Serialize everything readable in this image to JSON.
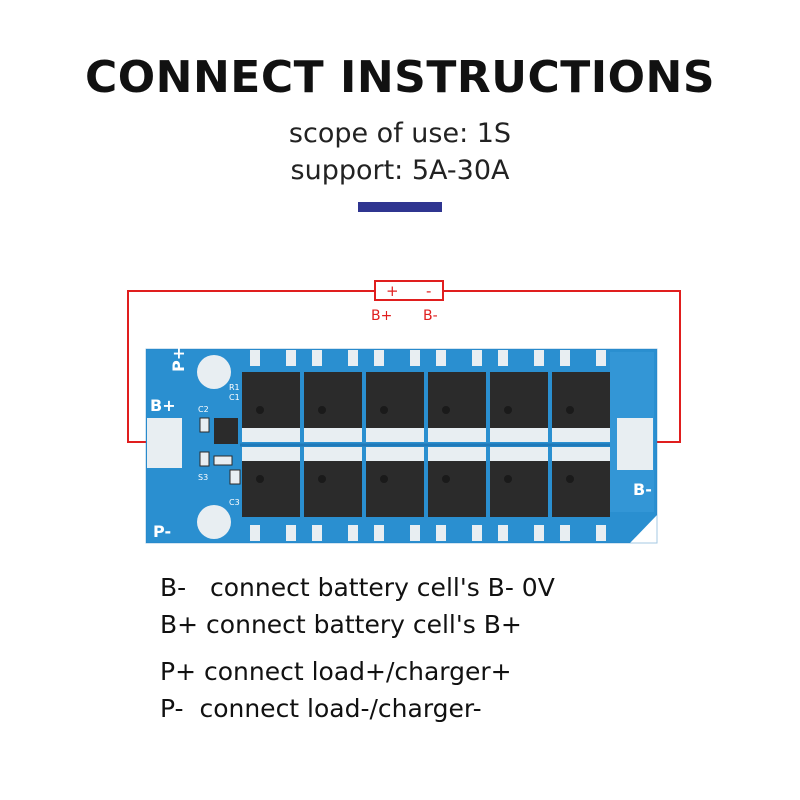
{
  "header": {
    "title": "CONNECT INSTRUCTIONS",
    "scope": "scope of use: 1S",
    "support": "support: 5A-30A"
  },
  "board": {
    "terminal_plus": "+",
    "terminal_minus": "-",
    "wire_label_bplus": "B+",
    "wire_label_bminus": "B-",
    "pad_pplus": "P+",
    "pad_bplus": "B+",
    "pad_pminus": "P-",
    "pad_bminus": "B-",
    "chip_labels": [
      "R1",
      "C1",
      "C2",
      "S3",
      "C3"
    ],
    "colors": {
      "board": "#2a8fd0",
      "board_dark": "#1f78b8",
      "wire": "#e01e1e",
      "accent": "#2f3590",
      "pad": "#e8eef2",
      "mosfet": "#2b2b2b"
    }
  },
  "instructions": [
    {
      "term": "B-",
      "text": "   connect battery cell's B- 0V"
    },
    {
      "term": "B+",
      "text": " connect battery cell's B+"
    },
    {
      "term": "P+",
      "text": " connect load+/charger+"
    },
    {
      "term": "P-",
      "text": "  connect load-/charger-"
    }
  ]
}
